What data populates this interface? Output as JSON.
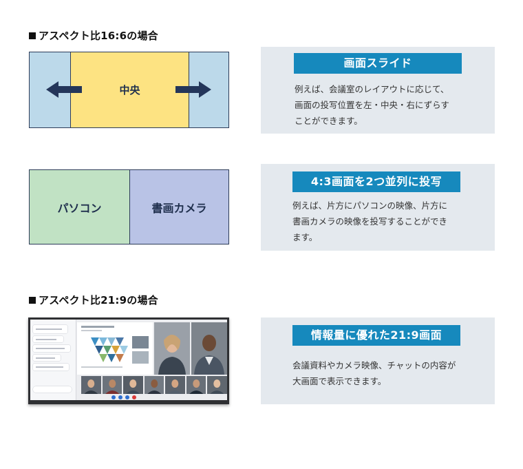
{
  "section1": {
    "heading": "アスペクト比16:6の場合"
  },
  "slide_diagram": {
    "center_label": "中央"
  },
  "card1": {
    "title": "画面スライド",
    "body": "例えば、会議室のレイアウトに応じて、\n画面の投写位置を左・中央・右にずらす\nことができます。"
  },
  "dual_diagram": {
    "left_label": "パソコン",
    "right_label": "書画カメラ"
  },
  "card2": {
    "title": "4:3画面を2つ並列に投写",
    "body": "例えば、片方にパソコンの映像、片方に\n書画カメラの映像を投写することができ\nます。"
  },
  "section2": {
    "heading": "アスペクト比21:9の場合"
  },
  "card3": {
    "title": "情報量に優れた21:9画面",
    "body": "会議資料やカメラ映像、チャットの内容が\n大画面で表示できます。"
  },
  "colors": {
    "accent_blue": "#1689bd",
    "card_bg": "#e4e9ee",
    "slide_side": "#bcd9ea",
    "slide_center": "#fde382",
    "pc_panel": "#c1e2c4",
    "camera_panel": "#b9c3e6",
    "outline": "#2b3a57"
  },
  "icons": {
    "slide_arrows": [
      "arrow-left-icon",
      "arrow-right-icon"
    ],
    "heading_bullet": "square-bullet-icon"
  }
}
